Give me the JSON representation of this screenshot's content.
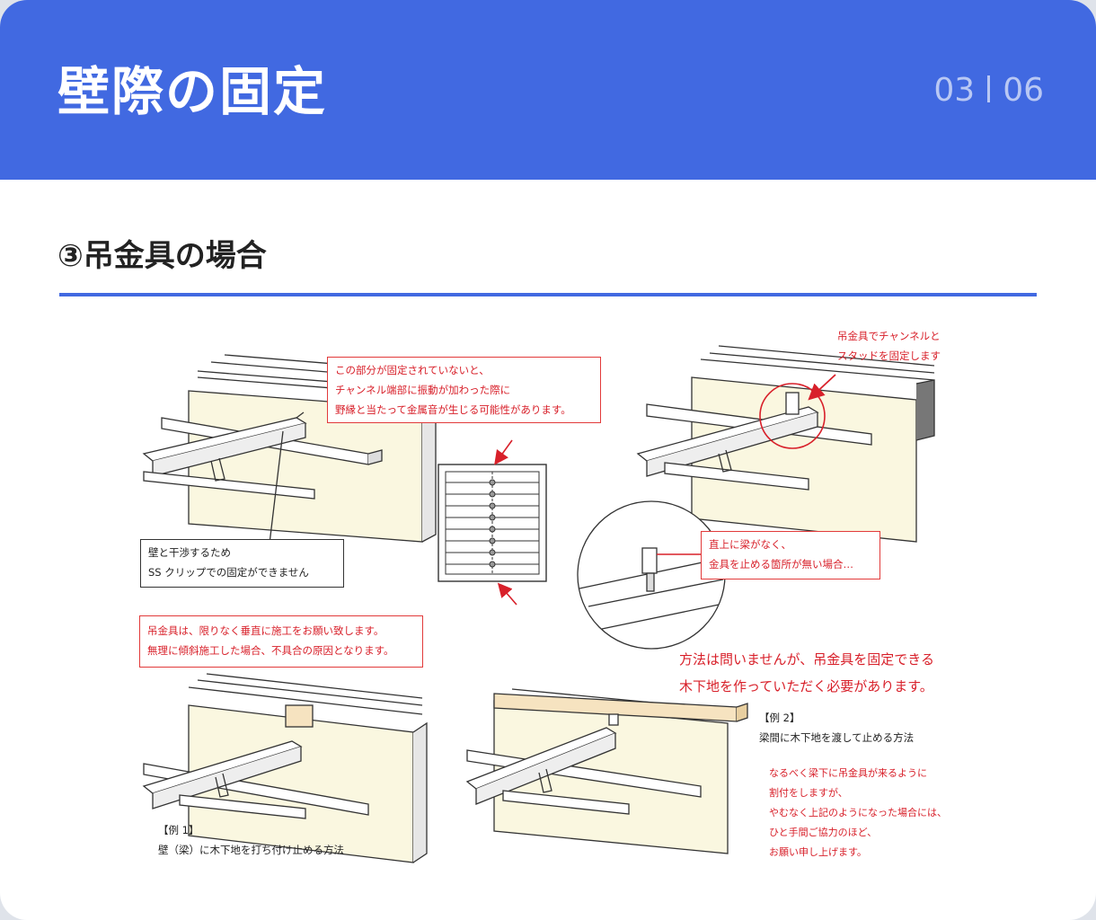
{
  "header": {
    "title": "壁際の固定",
    "page_current": "03",
    "page_total": "06"
  },
  "section": {
    "title": "③吊金具の場合"
  },
  "captions": {
    "top_warning": [
      "この部分が固定されていないと、",
      "チャンネル端部に振動が加わった際に",
      "野縁と当たって金属音が生じる可能性があります。"
    ],
    "wall_interference": [
      "壁と干渉するため",
      "SS クリップでの固定ができません"
    ],
    "hanger_fix": [
      "吊金具でチャンネルと",
      "スタッドを固定します"
    ],
    "no_beam": [
      "直上に梁がなく、",
      "金具を止める箇所が無い場合…"
    ],
    "vertical_note": [
      "吊金具は、限りなく垂直に施工をお願い致します。",
      "無理に傾斜施工した場合、不具合の原因となります。"
    ],
    "method_note": [
      "方法は問いませんが、吊金具を固定できる",
      "木下地を作っていただく必要があります。"
    ],
    "example1": [
      "【例 1】",
      "壁（梁）に木下地を打ち付け止める方法"
    ],
    "example2": [
      "【例 2】",
      "梁間に木下地を渡して止める方法"
    ],
    "request": [
      "なるべく梁下に吊金具が来るように",
      "割付をしますが、",
      "やむなく上記のようになった場合には、",
      "ひと手間ご協力のほど、",
      "お願い申し上げます。"
    ]
  },
  "colors": {
    "header_bg": "#4169e1",
    "accent_red": "#d8202a",
    "wall": "#faf7e0",
    "wood": "#f6e3c0"
  }
}
